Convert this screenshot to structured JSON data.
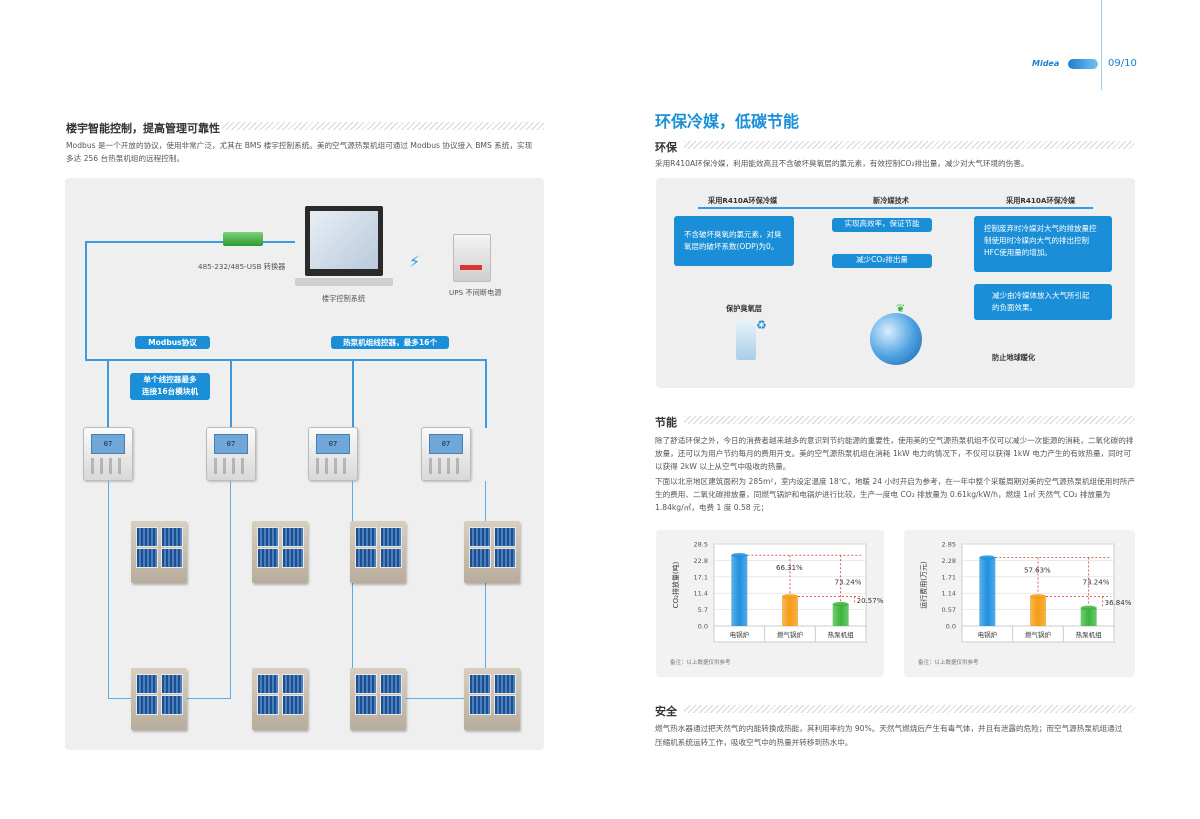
{
  "header": {
    "page_number": "09/10",
    "brand": "Midea"
  },
  "left": {
    "section_title": "楼宇智能控制，提高管理可靠性",
    "intro_line1": "Modbus 是一个开放的协议，使用非常广泛，尤其在 BMS 楼宇控制系统。美的空气源热泵机组可通过 Modbus 协议接入 BMS 系统，实现",
    "intro_line2": "多达 256 台热泵机组的远程控制。",
    "diagram": {
      "converter_label": "485-232/485-USB 转换器",
      "computer_label": "楼宇控制系统",
      "ups_label": "UPS 不间断电源",
      "modbus_label": "Modbus协议",
      "controller_label": "热泵机组线控器，最多16个",
      "single_ctrl_line1": "单个线控器最多",
      "single_ctrl_line2": "连接16台模块机",
      "screen_text": "07"
    }
  },
  "right": {
    "main_title": "环保冷媒，低碳节能",
    "eco": {
      "title": "环保",
      "text": "采用R410A环保冷媒，利用能效高且不含破坏臭氧层的氯元素，有效控制CO₂排出量，减少对大气环境的伤害。",
      "col1_header": "采用R410A环保冷媒",
      "col1_box": "不含破坏臭氧的氯元素，对臭氧层的破坏系数(ODP)为0。",
      "col1_result": "保护臭氧层",
      "col2_header": "新冷媒技术",
      "col2_box1": "实现高效率，保证节能",
      "col2_box2": "减少CO₂排出量",
      "col3_header": "采用R410A环保冷媒",
      "col3_box1": "控制废弃时冷媒对大气的排放量控制使用时冷媒向大气的排出控制HFC使用量的增加。",
      "col3_box2": "减少由冷媒体放入大气所引起的负面效果。",
      "col3_result": "防止地球暖化"
    },
    "saving": {
      "title": "节能",
      "p1": "除了舒适环保之外，今日的消费者越来越多的意识到节约能源的重要性，使用美的空气源热泵机组不仅可以减少一次能源的消耗，二氧化碳的排放量，还可以为用户节约每月的费用开支。美的空气源热泵机组在消耗 1kW 电力的情况下，不仅可以获得 1kW 电力产生的有效热量，同时可以获得 2kW 以上从空气中吸收的热量。",
      "p2": "下面以北京地区建筑面积为 285m²，室内设定温度 18℃，地暖 24 小时开启为参考，在一年中整个采暖周期对美的空气源热泵机组使用时所产生的费用、二氧化碳排放量，同燃气锅炉和电锅炉进行比较，生产一度电 CO₂ 排放量为 0.61kg/kW/h，燃烧 1㎥ 天然气 CO₂ 排放量为 1.84kg/㎥，电费 1 度 0.58 元；",
      "note1": "备注：以上数据仅供参考",
      "note2": "备注：以上数据仅供参考"
    },
    "safety": {
      "title": "安全",
      "line1": "燃气热水器通过把天然气的内能转换成热能，其利用率约为 90%。天然气燃烧后产生有毒气体，并且有泄露的危险；而空气源热泵机组通过",
      "line2": "压缩机系统运转工作，吸收空气中的热量并转移到热水中。"
    }
  },
  "chart_data": [
    {
      "type": "bar",
      "ylabel": "CO₂排放量(吨)",
      "categories": [
        "电锅炉",
        "燃气锅炉",
        "热泵机组"
      ],
      "values": [
        24.6,
        10.3,
        7.6
      ],
      "ylim": [
        0,
        28.5
      ],
      "yticks": [
        0.0,
        5.7,
        11.4,
        17.1,
        22.8,
        28.5
      ],
      "ytick_labels": [
        "0.0",
        "5.7",
        "11.4",
        "17.1",
        "22.8",
        "28.5"
      ],
      "annotations": [
        "66.31%",
        "73.24%",
        "20.57%"
      ],
      "colors": [
        "#1e8fe0",
        "#f39c12",
        "#3bb53b"
      ],
      "grid": true
    },
    {
      "type": "bar",
      "ylabel": "运行费用(万元)",
      "categories": [
        "电锅炉",
        "燃气锅炉",
        "热泵机组"
      ],
      "values": [
        2.38,
        1.03,
        0.63
      ],
      "ylim": [
        0,
        2.85
      ],
      "yticks": [
        0.0,
        0.57,
        1.14,
        1.71,
        2.28,
        2.85
      ],
      "ytick_labels": [
        "0.0",
        "0.57",
        "1.14",
        "1.71",
        "2.28",
        "2.85"
      ],
      "annotations": [
        "57.63%",
        "73.24%",
        "36.84%"
      ],
      "colors": [
        "#1e8fe0",
        "#f39c12",
        "#3bb53b"
      ],
      "grid": true
    }
  ],
  "colors": {
    "accent": "#1a8fd8",
    "panel": "#efefef"
  }
}
